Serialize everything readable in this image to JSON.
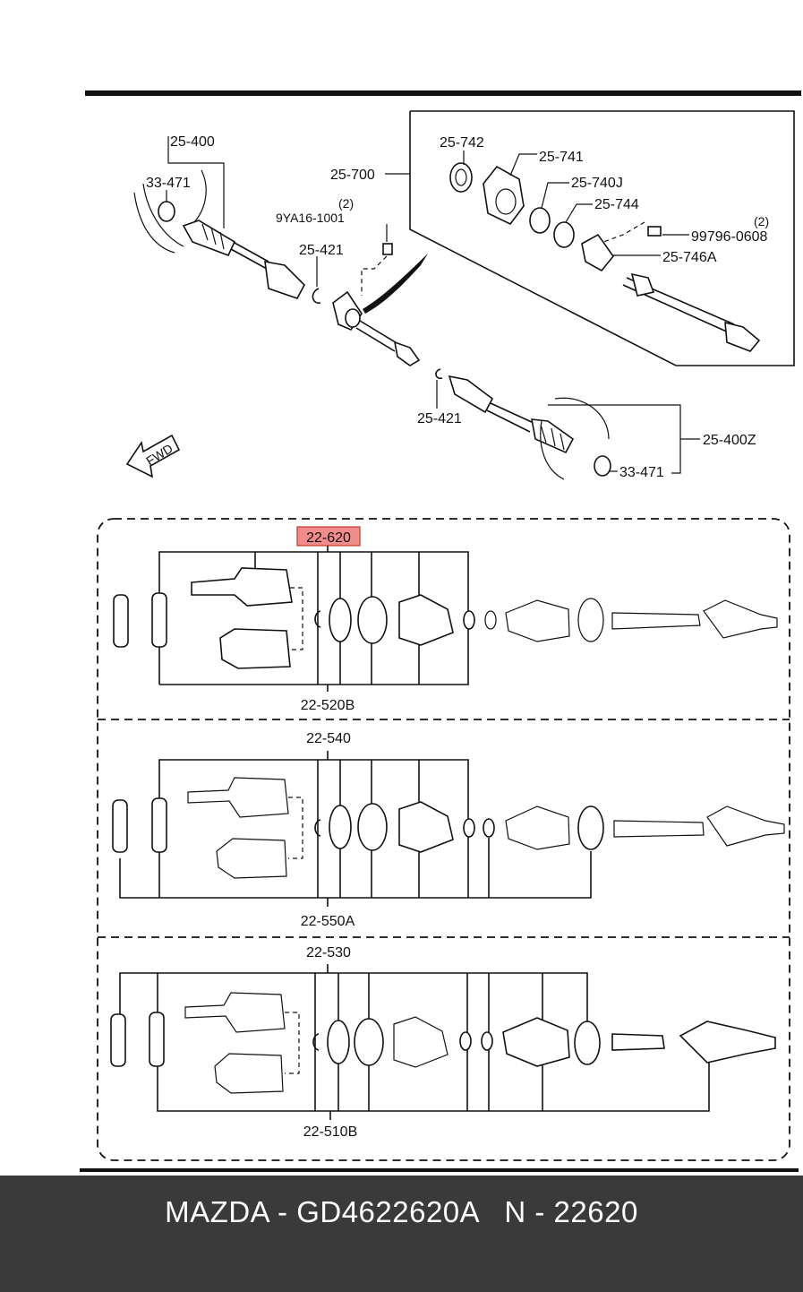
{
  "upper": {
    "labels": {
      "l25_400": "25-400",
      "l33_471_top": "33-471",
      "l25_700": "25-700",
      "l9ya16_qty": "(2)",
      "l9ya16": "9YA16-1001",
      "l25_421_top": "25-421",
      "l25_742": "25-742",
      "l25_741": "25-741",
      "l25_740j": "25-740J",
      "l25_744": "25-744",
      "l99796_qty": "(2)",
      "l99796": "99796-0608",
      "l25_746a": "25-746A",
      "l25_421_bot": "25-421",
      "l25_400z": "25-400Z",
      "l33_471_bot": "33-471",
      "fwd": "FWD"
    }
  },
  "kits": [
    {
      "top_label": "22-620",
      "bottom_label": "22-520B",
      "highlighted": true
    },
    {
      "top_label": "22-540",
      "bottom_label": "22-550A",
      "highlighted": false
    },
    {
      "top_label": "22-530",
      "bottom_label": "22-510B",
      "highlighted": false
    }
  ],
  "highlight_color": "#f08c8c",
  "footer": {
    "brand": "MAZDA",
    "sep": " - ",
    "part_number": "GD4622620A",
    "gap": "   ",
    "n_label": "N",
    "sep2": " - ",
    "n_number": "22620"
  },
  "footer_bg": "#3a3a3a"
}
